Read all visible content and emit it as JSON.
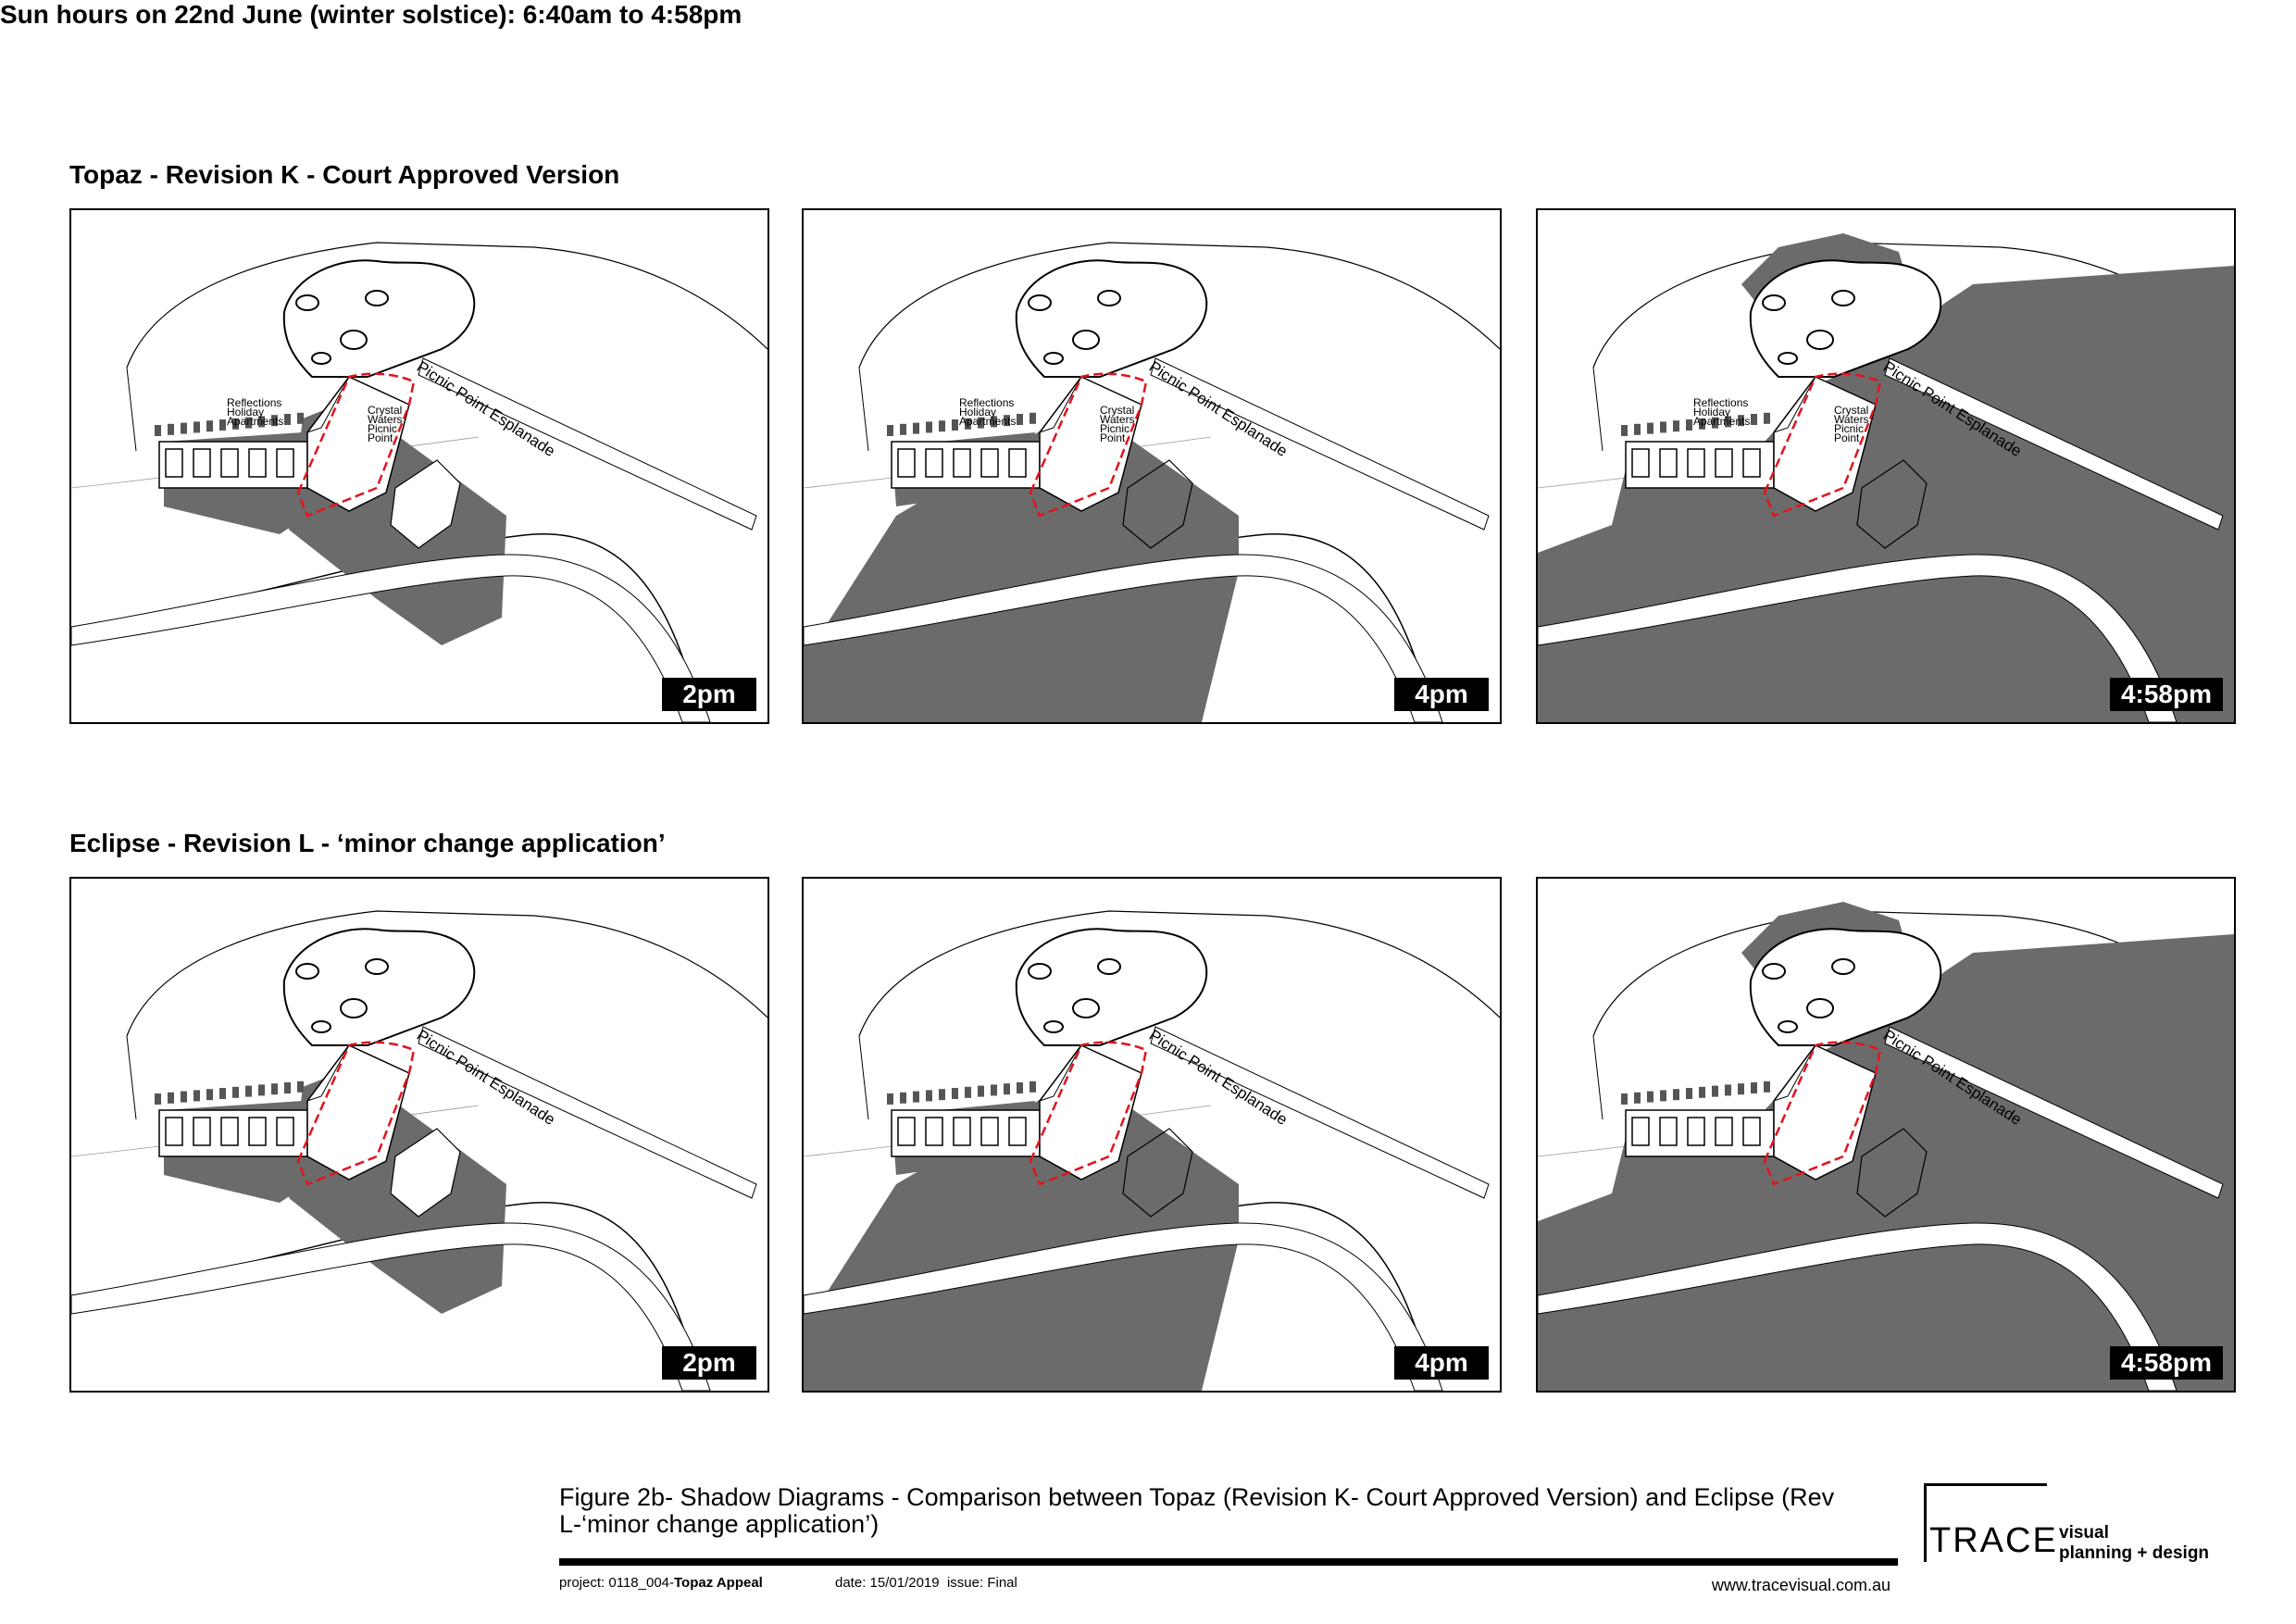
{
  "sun_hours_title": "Sun hours on 22nd June (winter solstice): 6:40am to 4:58pm",
  "rows": [
    {
      "title": "Topaz - Revision K - Court Approved Version",
      "panels": [
        {
          "time": "2pm",
          "labels": {
            "road": "Picnic Point Esplanade",
            "reflections": [
              "Reflections",
              "Holiday",
              "Apartments"
            ],
            "crystal": [
              "Crystal",
              "Waters",
              "Picnic",
              "Point"
            ]
          }
        },
        {
          "time": "4pm",
          "labels": {
            "road": "Picnic Point Esplanade",
            "reflections": [
              "Reflections",
              "Holiday",
              "Apartments"
            ],
            "crystal": [
              "Crystal",
              "Waters",
              "Picnic",
              "Point"
            ]
          }
        },
        {
          "time": "4:58pm",
          "labels": {
            "road": "Picnic Point Esplanade",
            "reflections": [
              "Reflections",
              "Holiday",
              "Apartments"
            ],
            "crystal": [
              "Crystal",
              "Waters",
              "Picnic",
              "Point"
            ]
          }
        }
      ]
    },
    {
      "title": "Eclipse - Revision L - ‘minor change application’",
      "panels": [
        {
          "time": "2pm",
          "labels": {
            "road": "Picnic Point Esplanade"
          }
        },
        {
          "time": "4pm",
          "labels": {
            "road": "Picnic Point Esplanade"
          }
        },
        {
          "time": "4:58pm",
          "labels": {
            "road": "Picnic Point Esplanade"
          }
        }
      ]
    }
  ],
  "caption": "Figure 2b- Shadow Diagrams - Comparison between Topaz (Revision K- Court Approved Version) and Eclipse (Rev L-‘minor change application’)",
  "footer": {
    "project_label": "project:",
    "project_value": "0118_004-",
    "project_name": "Topaz Appeal",
    "date_label": "date:",
    "date_value": "15/01/2019",
    "issue_label": "issue:",
    "issue_value": "Final",
    "website": "www.tracevisual.com.au"
  },
  "logo": {
    "word": "TRACE",
    "tagline_1": "visual",
    "tagline_2": "planning + design"
  },
  "colors": {
    "shadow": "#6b6b6b",
    "boundary": "#e0141e",
    "badge": "#000000"
  }
}
